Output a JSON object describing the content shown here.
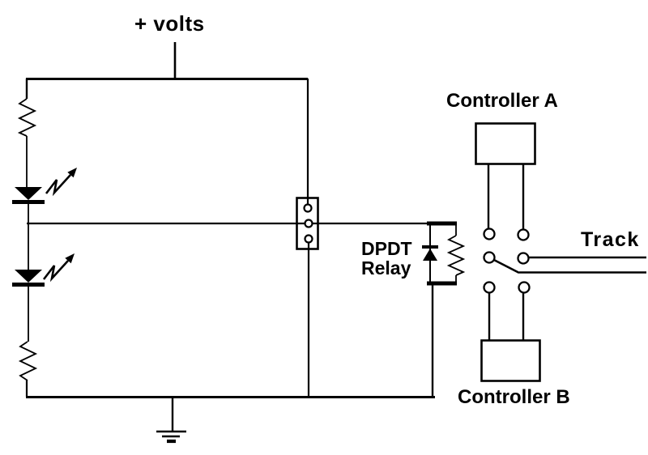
{
  "colors": {
    "background": "#ffffff",
    "ink": "#000000"
  },
  "labels": {
    "power": "+ volts",
    "relay": "DPDT\nRelay",
    "controller_a": "Controller A",
    "controller_b": "Controller B",
    "track": "Track"
  },
  "components": [
    "positive-voltage-rail",
    "resistor-upper",
    "led-upper-with-light-arrows",
    "resistor-lower",
    "led-lower-with-light-arrows",
    "three-pin-terminal-block",
    "relay-coil",
    "flyback-diode",
    "dpdt-switch-six-terminals",
    "switch-arm",
    "controller-a-box",
    "controller-b-box",
    "track-feed-wires",
    "ground-symbol"
  ]
}
